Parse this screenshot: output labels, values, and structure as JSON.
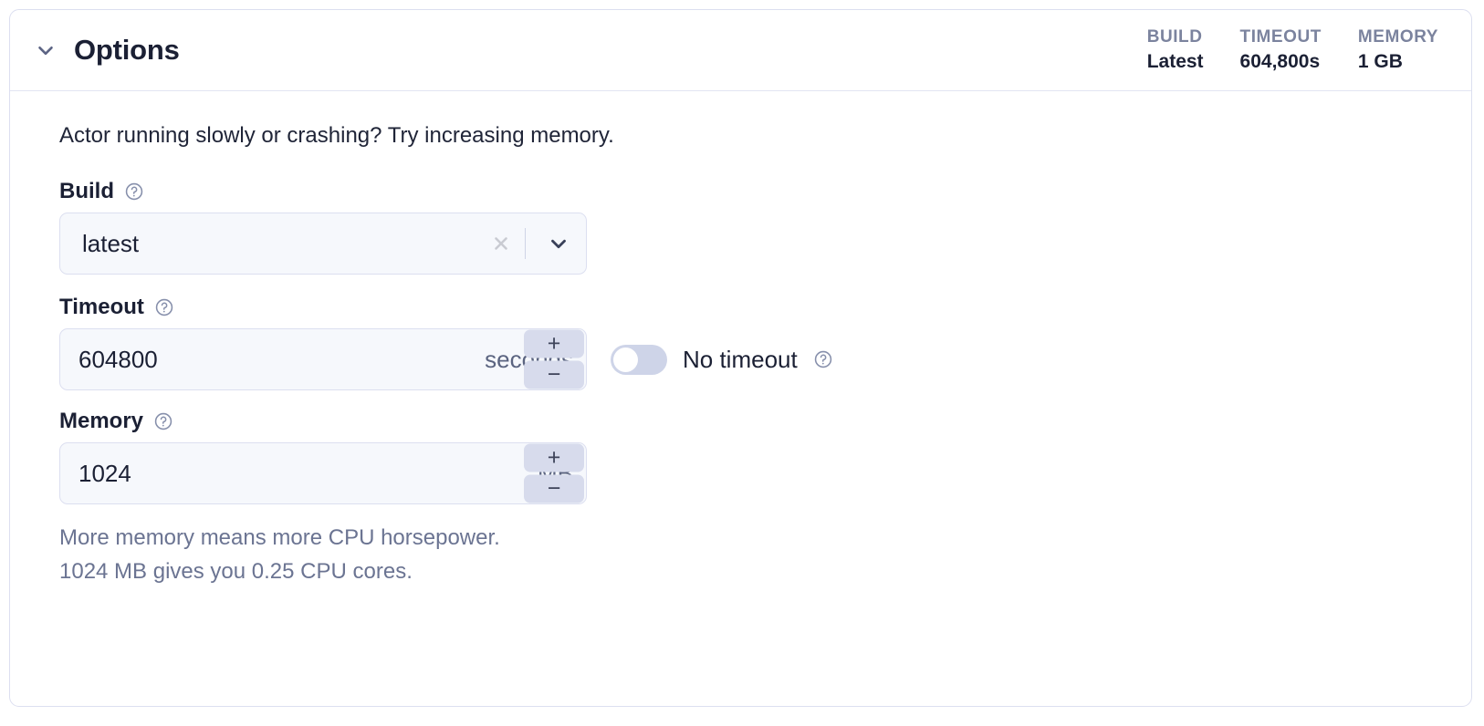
{
  "panel": {
    "title": "Options",
    "collapse_icon": "chevron-down-icon",
    "stats": [
      {
        "label": "BUILD",
        "value": "Latest"
      },
      {
        "label": "TIMEOUT",
        "value": "604,800s"
      },
      {
        "label": "MEMORY",
        "value": "1 GB"
      }
    ]
  },
  "body": {
    "intro": "Actor running slowly or crashing? Try increasing memory.",
    "build": {
      "label": "Build",
      "help_icon": "help-circle-icon",
      "value": "latest",
      "clear_icon": "close-icon",
      "caret_icon": "chevron-down-icon"
    },
    "timeout": {
      "label": "Timeout",
      "help_icon": "help-circle-icon",
      "value": "604800",
      "unit": "seconds",
      "increment_label": "+",
      "decrement_label": "−",
      "no_timeout_label": "No timeout",
      "no_timeout_state": "off",
      "no_timeout_help_icon": "help-circle-icon"
    },
    "memory": {
      "label": "Memory",
      "help_icon": "help-circle-icon",
      "value": "1024",
      "unit": "MB",
      "increment_label": "+",
      "decrement_label": "−",
      "hint_line1": "More memory means more CPU horsepower.",
      "hint_line2": "1024 MB gives you 0.25 CPU cores."
    }
  },
  "colors": {
    "card_border": "#dcdff0",
    "input_bg": "#f6f8fc",
    "stepper_bg": "#d7dbec",
    "muted_text": "#6b7492",
    "stat_label": "#7b839e"
  }
}
